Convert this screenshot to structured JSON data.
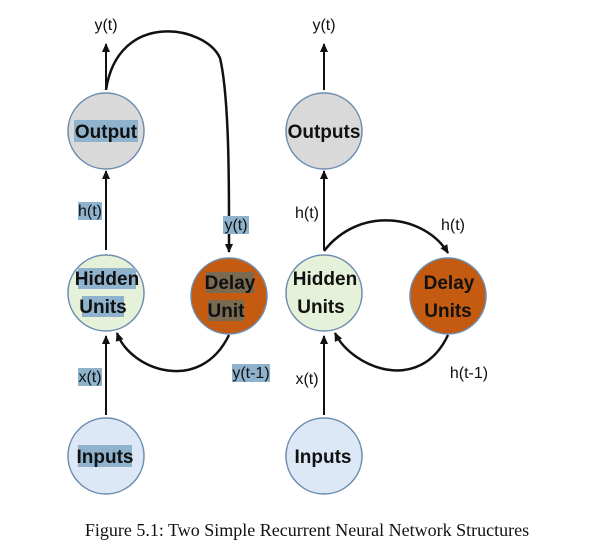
{
  "left_diagram": {
    "output_node": "Output",
    "hidden_node": [
      "Hidden",
      "Units"
    ],
    "delay_node": [
      "Delay",
      "Unit"
    ],
    "input_node": "Inputs",
    "top_label": "y(t)",
    "hidden_to_output_label": "h(t)",
    "to_delay_label": "y(t)",
    "delay_back_label": "y(t-1)",
    "input_label": "x(t)"
  },
  "right_diagram": {
    "output_node": "Outputs",
    "hidden_node": [
      "Hidden",
      "Units"
    ],
    "delay_node": [
      "Delay",
      "Units"
    ],
    "input_node": "Inputs",
    "top_label": "y(t)",
    "hidden_to_output_label": "h(t)",
    "to_delay_label": "h(t)",
    "delay_back_label": "h(t-1)",
    "input_label": "x(t)"
  },
  "colors": {
    "output_fill": "#d9d9d9",
    "hidden_fill": "#e6f1da",
    "delay_fill": "#c55a11",
    "input_fill": "#dce8f5"
  },
  "caption": "Figure 5.1: Two Simple Recurrent Neural Network Structures"
}
